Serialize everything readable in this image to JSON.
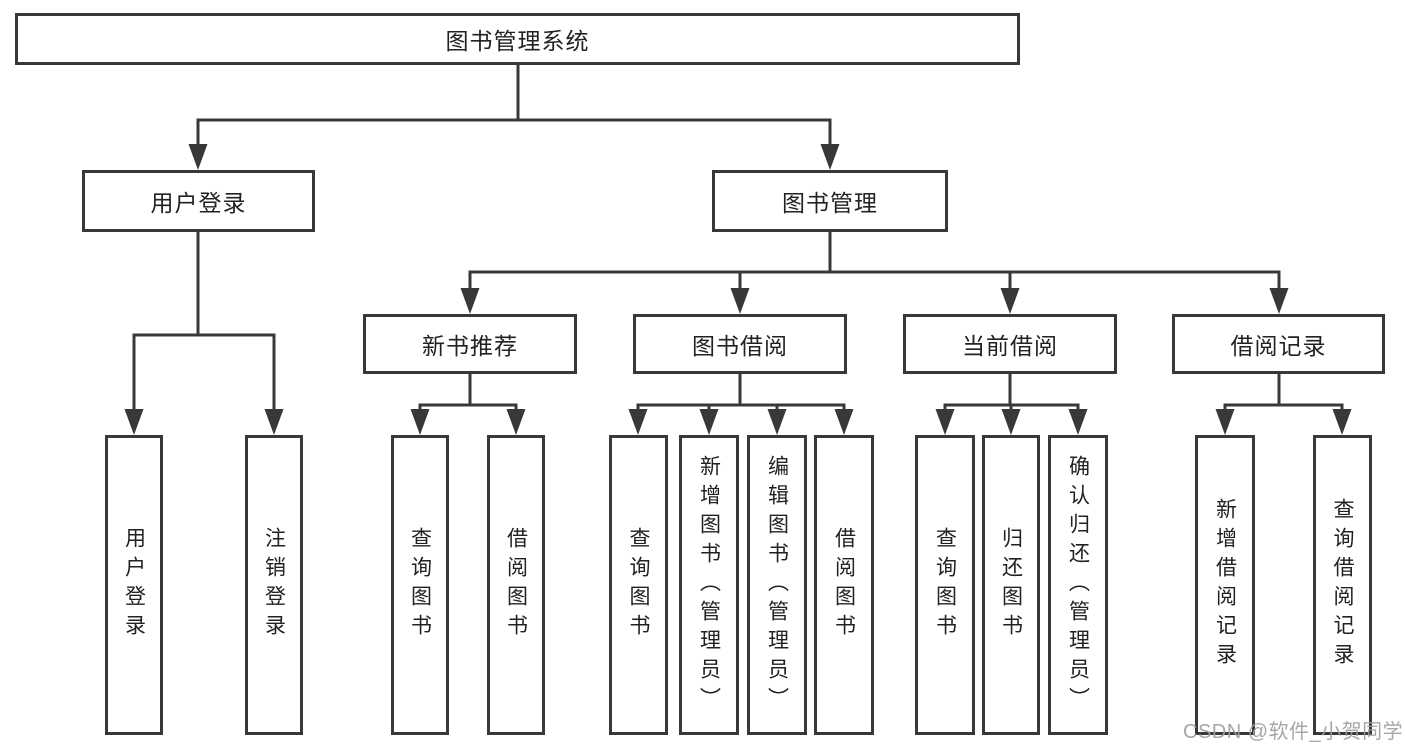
{
  "diagram": {
    "root": {
      "label": "图书管理系统"
    },
    "branches": [
      {
        "label": "用户登录",
        "children": [
          {
            "label": "用户登录"
          },
          {
            "label": "注销登录"
          }
        ]
      },
      {
        "label": "图书管理",
        "children": [
          {
            "label": "新书推荐",
            "children": [
              {
                "label": "查询图书"
              },
              {
                "label": "借阅图书"
              }
            ]
          },
          {
            "label": "图书借阅",
            "children": [
              {
                "label": "查询图书"
              },
              {
                "label": "新增图书（管理员）"
              },
              {
                "label": "编辑图书（管理员）"
              },
              {
                "label": "借阅图书"
              }
            ]
          },
          {
            "label": "当前借阅",
            "children": [
              {
                "label": "查询图书"
              },
              {
                "label": "归还图书"
              },
              {
                "label": "确认归还（管理员）"
              }
            ]
          },
          {
            "label": "借阅记录",
            "children": [
              {
                "label": "新增借阅记录"
              },
              {
                "label": "查询借阅记录"
              }
            ]
          }
        ]
      }
    ],
    "watermark": "CSDN @软件_小贺同学",
    "colors": {
      "line": "#383838",
      "text": "#222222",
      "background": "#ffffff",
      "watermark": "#9e9e9e"
    }
  }
}
